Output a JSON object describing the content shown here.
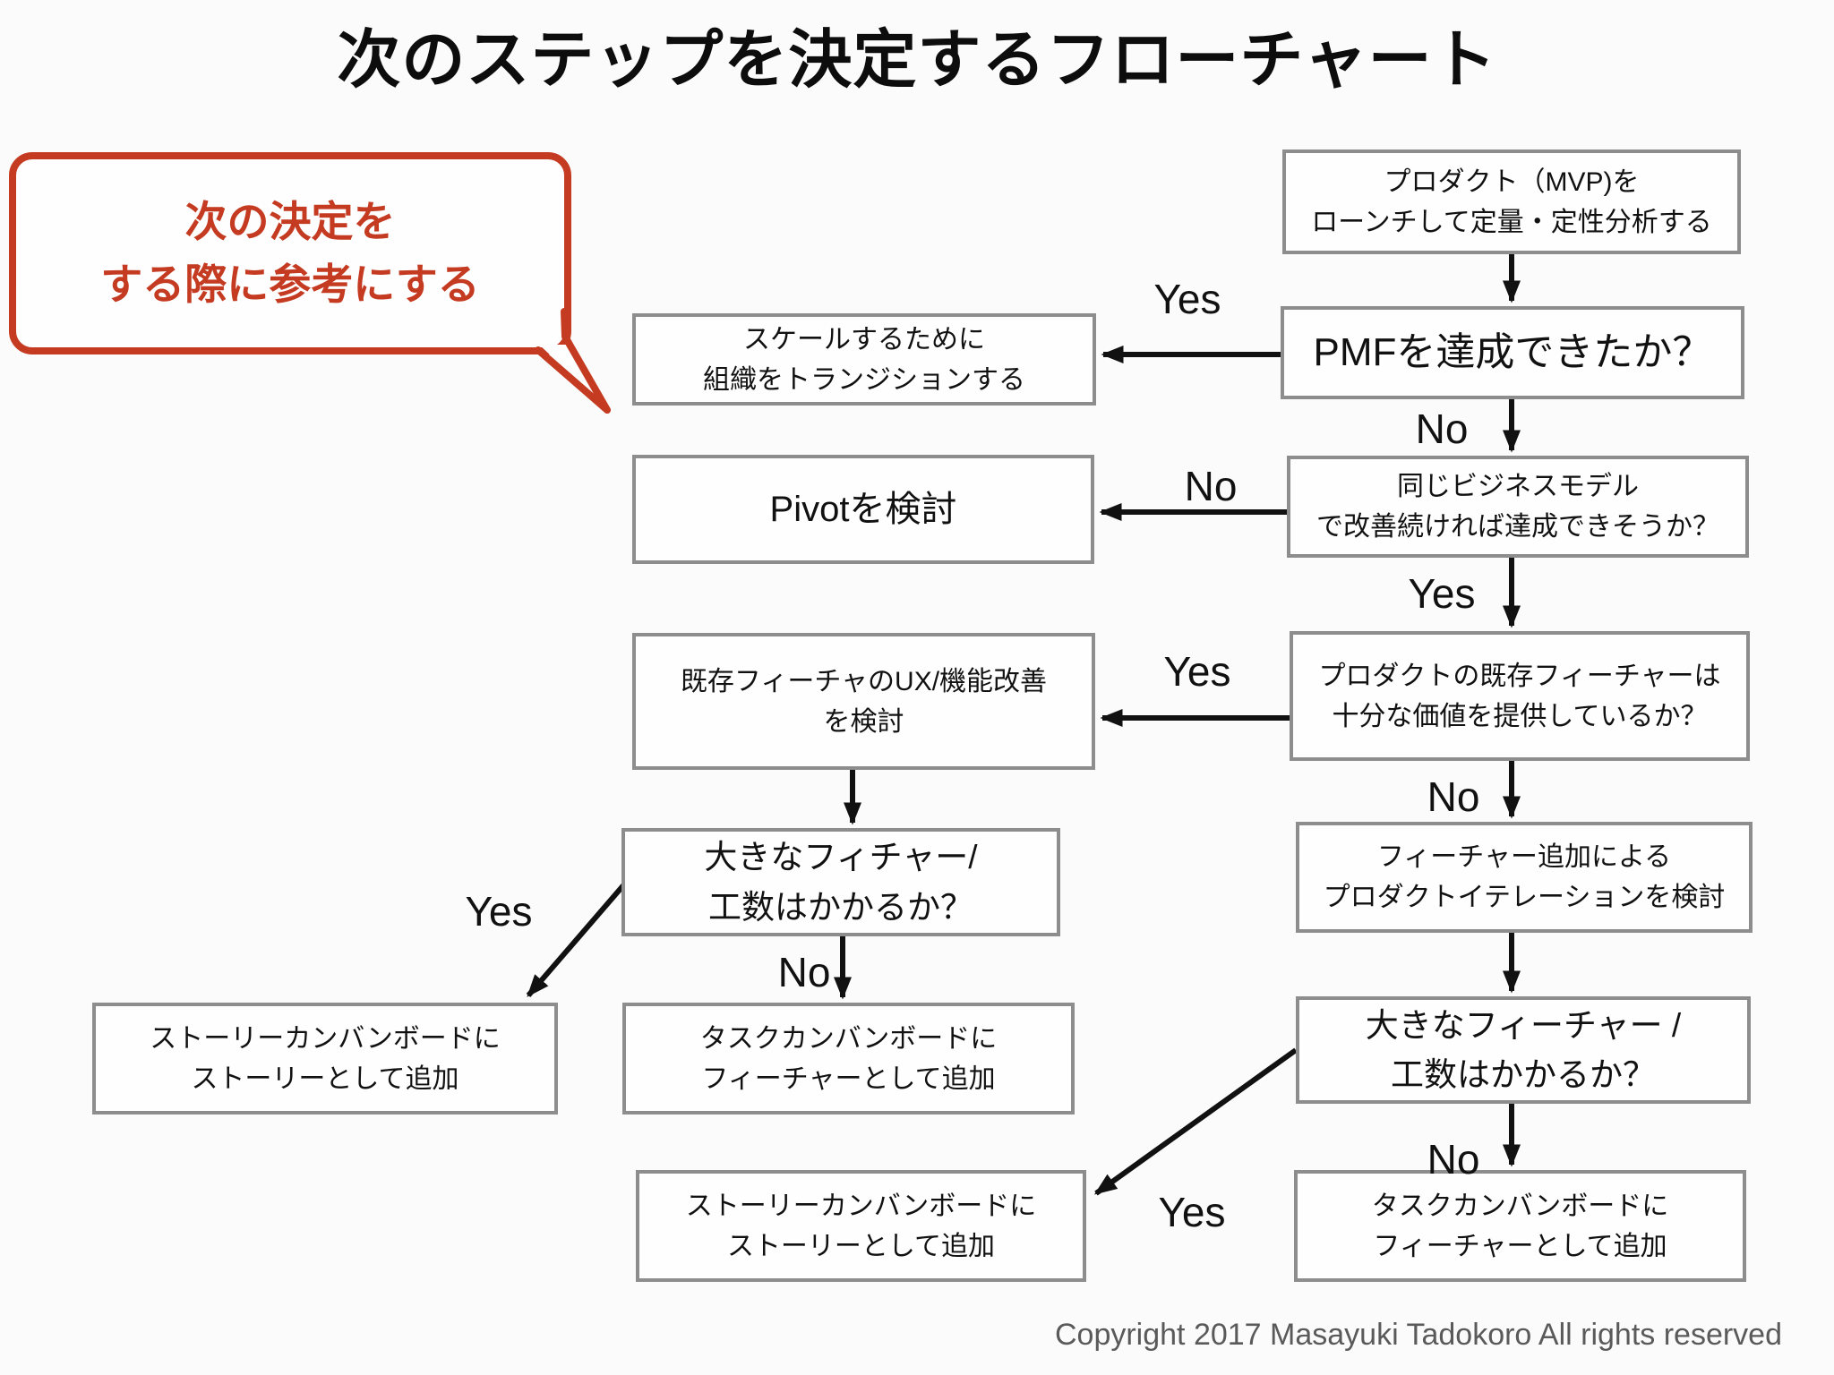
{
  "title": "次のステップを決定するフローチャート",
  "callout": {
    "lines": [
      "次の決定を",
      "する際に参考にする"
    ]
  },
  "nodes": {
    "mvp": {
      "lines": [
        "プロダクト（MVP)を",
        "ローンチして定量・定性分析する"
      ]
    },
    "pmf": {
      "text": "PMFを達成できたか？"
    },
    "same_bm": {
      "lines": [
        "同じビジネスモデル",
        "で改善続ければ達成できそうか？"
      ]
    },
    "existing_value": {
      "lines": [
        "プロダクトの既存フィーチャーは",
        "十分な価値を提供しているか？"
      ]
    },
    "add_feature": {
      "lines": [
        "フィーチャー追加による",
        "プロダクトイテレーションを検討"
      ]
    },
    "big_feature_right": {
      "lines": [
        "大きなフィーチャー /",
        "工数はかかるか？"
      ]
    },
    "task_kanban_right": {
      "lines": [
        "タスクカンバンボードに",
        "フィーチャーとして追加"
      ]
    },
    "scale_org": {
      "lines": [
        "スケールするために",
        "組織をトランジションする"
      ]
    },
    "pivot": {
      "text": "Pivotを検討"
    },
    "ux_improve": {
      "lines": [
        "既存フィーチャのUX/機能改善",
        "を検討"
      ]
    },
    "big_feature_left": {
      "lines": [
        "大きなフィチャー/",
        "工数はかかるか？"
      ]
    },
    "story_kanban_left": {
      "lines": [
        "ストーリーカンバンボードに",
        "ストーリーとして追加"
      ]
    },
    "task_kanban_mid": {
      "lines": [
        "タスクカンバンボードに",
        "フィーチャーとして追加"
      ]
    },
    "story_kanban_bottom": {
      "lines": [
        "ストーリーカンバンボードに",
        "ストーリーとして追加"
      ]
    }
  },
  "edges": {
    "pmf_scale": {
      "label": "Yes"
    },
    "pmf_same": {
      "label": "No"
    },
    "same_pivot": {
      "label": "No"
    },
    "same_exist": {
      "label": "Yes"
    },
    "exist_ux": {
      "label": "Yes"
    },
    "exist_add": {
      "label": "No"
    },
    "bigl_task": {
      "label": "No"
    },
    "bigl_story": {
      "label": "Yes"
    },
    "bigr_task": {
      "label": "No"
    },
    "bigr_story": {
      "label": "Yes"
    }
  },
  "footer": {
    "copyright": "Copyright 2017 Masayuki Tadokoro All rights reserved"
  },
  "colors": {
    "callout_red": "#c43b22",
    "box_border": "#8d8d8d",
    "arrow_black": "#111111",
    "footer_gray": "#5a5a5a"
  }
}
